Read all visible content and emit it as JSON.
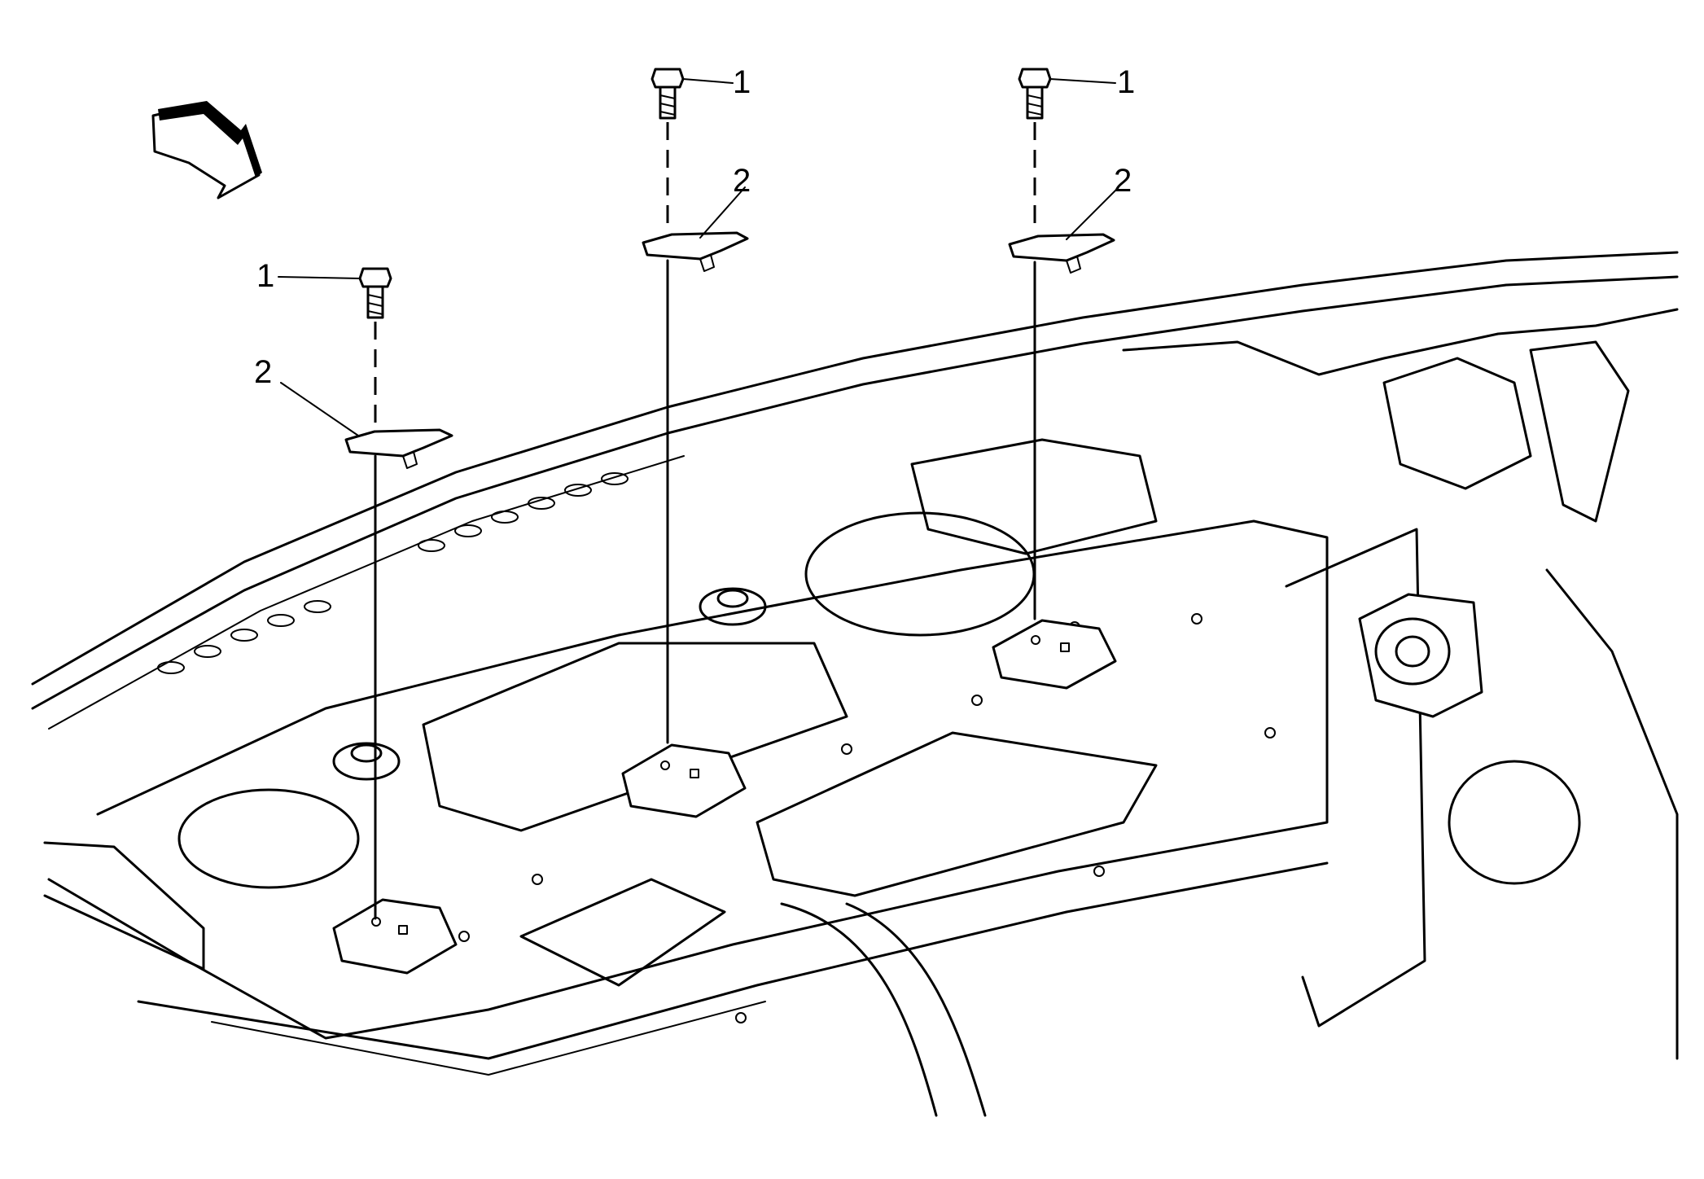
{
  "callouts": {
    "left_bolt": "1",
    "left_bracket": "2",
    "center_bolt": "1",
    "center_bracket": "2",
    "right_bolt": "1",
    "right_bracket": "2"
  }
}
